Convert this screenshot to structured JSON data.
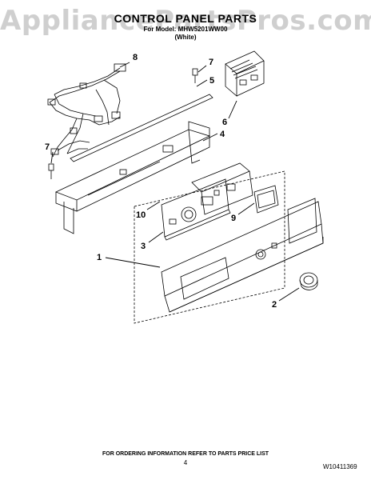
{
  "watermark": "AppliancePartsPros.com",
  "title": "CONTROL PANEL PARTS",
  "subtitle_model": "For Model: MHW5201WW00",
  "subtitle_color": "(White)",
  "callouts": [
    "1",
    "2",
    "3",
    "4",
    "5",
    "6",
    "7",
    "7",
    "8",
    "9",
    "10"
  ],
  "footer_note": "FOR ORDERING INFORMATION REFER TO PARTS PRICE LIST",
  "page_number": "4",
  "document_number": "W10411369"
}
